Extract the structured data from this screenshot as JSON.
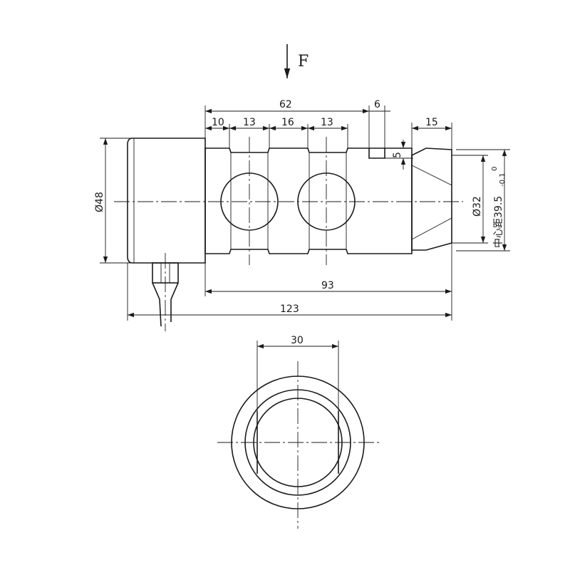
{
  "force_label": "F",
  "dimensions": {
    "d62": "62",
    "d6": "6",
    "d10": "10",
    "d13a": "13",
    "d16": "16",
    "d13b": "13",
    "d15": "15",
    "d5": "5",
    "dia48": "Ø48",
    "dia32": "Ø32",
    "mount_spacing": "中心距39.5",
    "tol_upper": "0",
    "tol_lower": "-0.1",
    "d93": "93",
    "d123": "123",
    "d30": "30"
  }
}
